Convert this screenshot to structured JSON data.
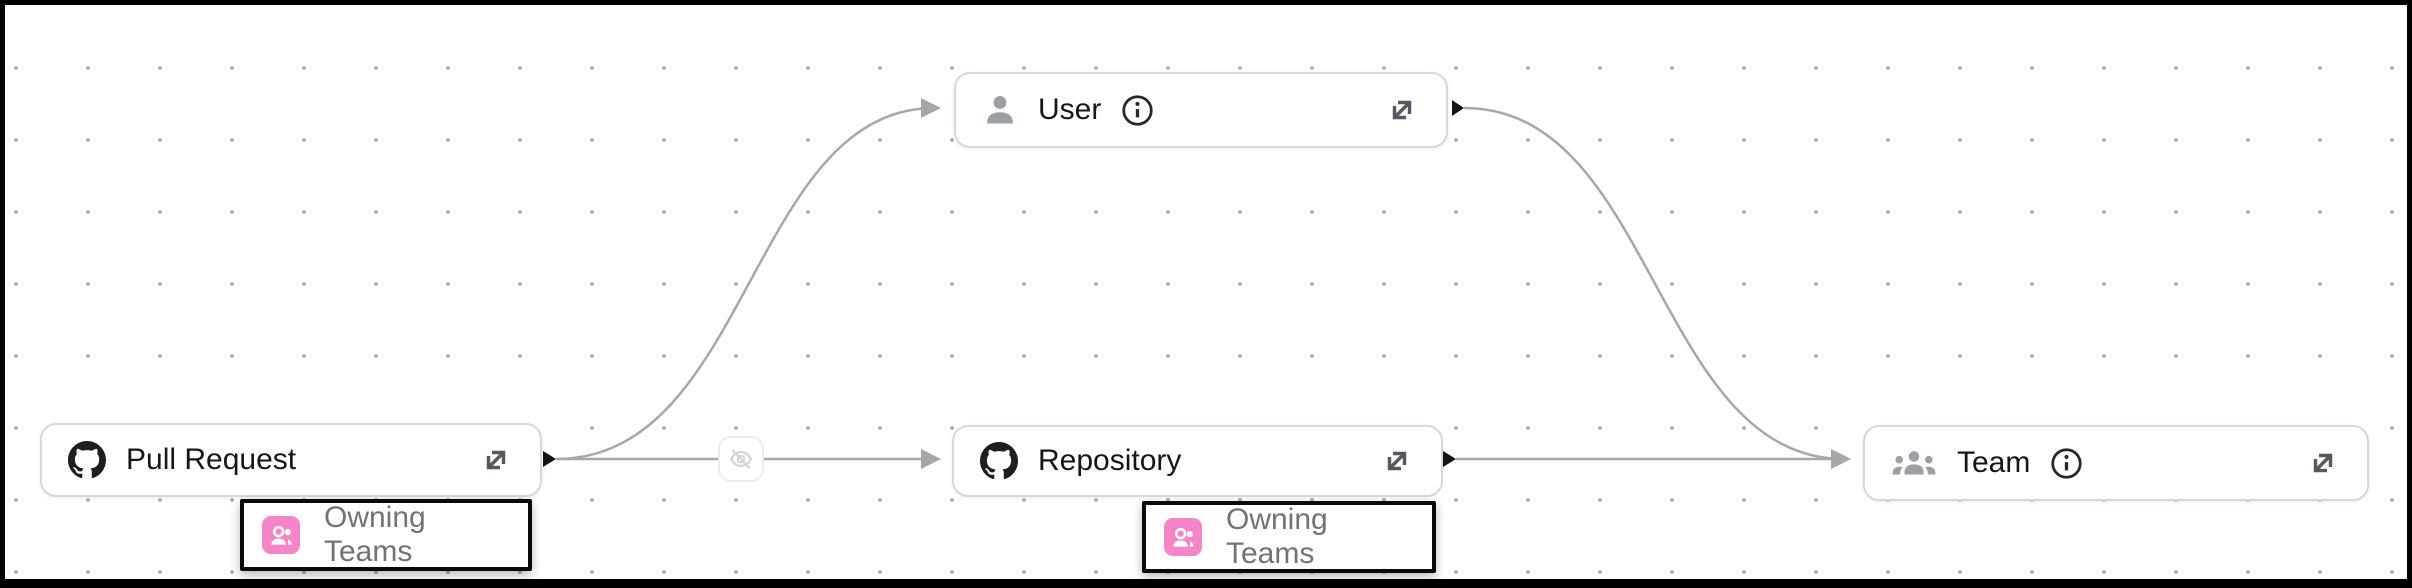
{
  "canvas": {
    "type": "lineage-graph",
    "background_color": "#ffffff",
    "grid_dot_color": "#ababab",
    "frame_color": "#000000",
    "edge_color": "#a6a6ac",
    "node_border_color": "#d8d8dc",
    "annotation_border_color": "#0a0a0a",
    "annotation_icon_color": "#f584c8"
  },
  "nodes": [
    {
      "label": "Pull Request",
      "icon": "github-icon",
      "has_info_icon": false,
      "has_expand_icon": true
    },
    {
      "label": "User",
      "icon": "user-icon",
      "has_info_icon": true,
      "has_expand_icon": true
    },
    {
      "label": "Repository",
      "icon": "github-icon",
      "has_info_icon": false,
      "has_expand_icon": true
    },
    {
      "label": "Team",
      "icon": "team-icon",
      "has_info_icon": true,
      "has_expand_icon": true
    }
  ],
  "annotations": [
    {
      "label": "Owning Teams",
      "icon": "owning-teams-icon",
      "attached_to": "Pull Request"
    },
    {
      "label": "Owning Teams",
      "icon": "owning-teams-icon",
      "attached_to": "Repository"
    }
  ],
  "edges": [
    {
      "from": "Pull Request",
      "to": "User"
    },
    {
      "from": "Pull Request",
      "to": "Repository",
      "badge_icon": "visibility-off-icon"
    },
    {
      "from": "Repository",
      "to": "Team"
    },
    {
      "from": "User",
      "to": "Team"
    }
  ]
}
